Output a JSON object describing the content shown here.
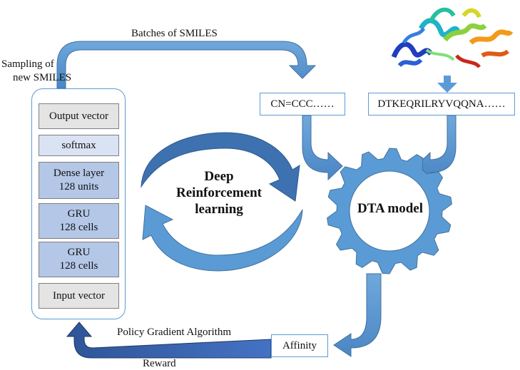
{
  "labels": {
    "batches": "Batches of SMILES",
    "sampling_line1": "Sampling of",
    "sampling_line2": "new SMILES",
    "policy": "Policy Gradient Algorithm",
    "reward": "Reward"
  },
  "smiles_box": "CN=CCC……",
  "protein_box": "DTKEQRILRYVQQNA……",
  "network_layers": [
    {
      "line1": "Output vector",
      "line2": ""
    },
    {
      "line1": "softmax",
      "line2": ""
    },
    {
      "line1": "Dense layer",
      "line2": "128 units"
    },
    {
      "line1": "GRU",
      "line2": "128 cells"
    },
    {
      "line1": "GRU",
      "line2": "128 cells"
    },
    {
      "line1": "Input vector",
      "line2": ""
    }
  ],
  "cycle": {
    "line1": "Deep",
    "line2": "Reinforcement",
    "line3": "learning"
  },
  "dta_model": "DTA model",
  "affinity": "Affinity",
  "colors": {
    "arrow": "#5b9bd5",
    "arrow_dark": "#2e5597",
    "gear": "#5b9bd5",
    "box_border": "#5b9bd5"
  },
  "icons": [
    "protein-structure-icon",
    "gear-icon",
    "cycle-arrows-icon"
  ]
}
